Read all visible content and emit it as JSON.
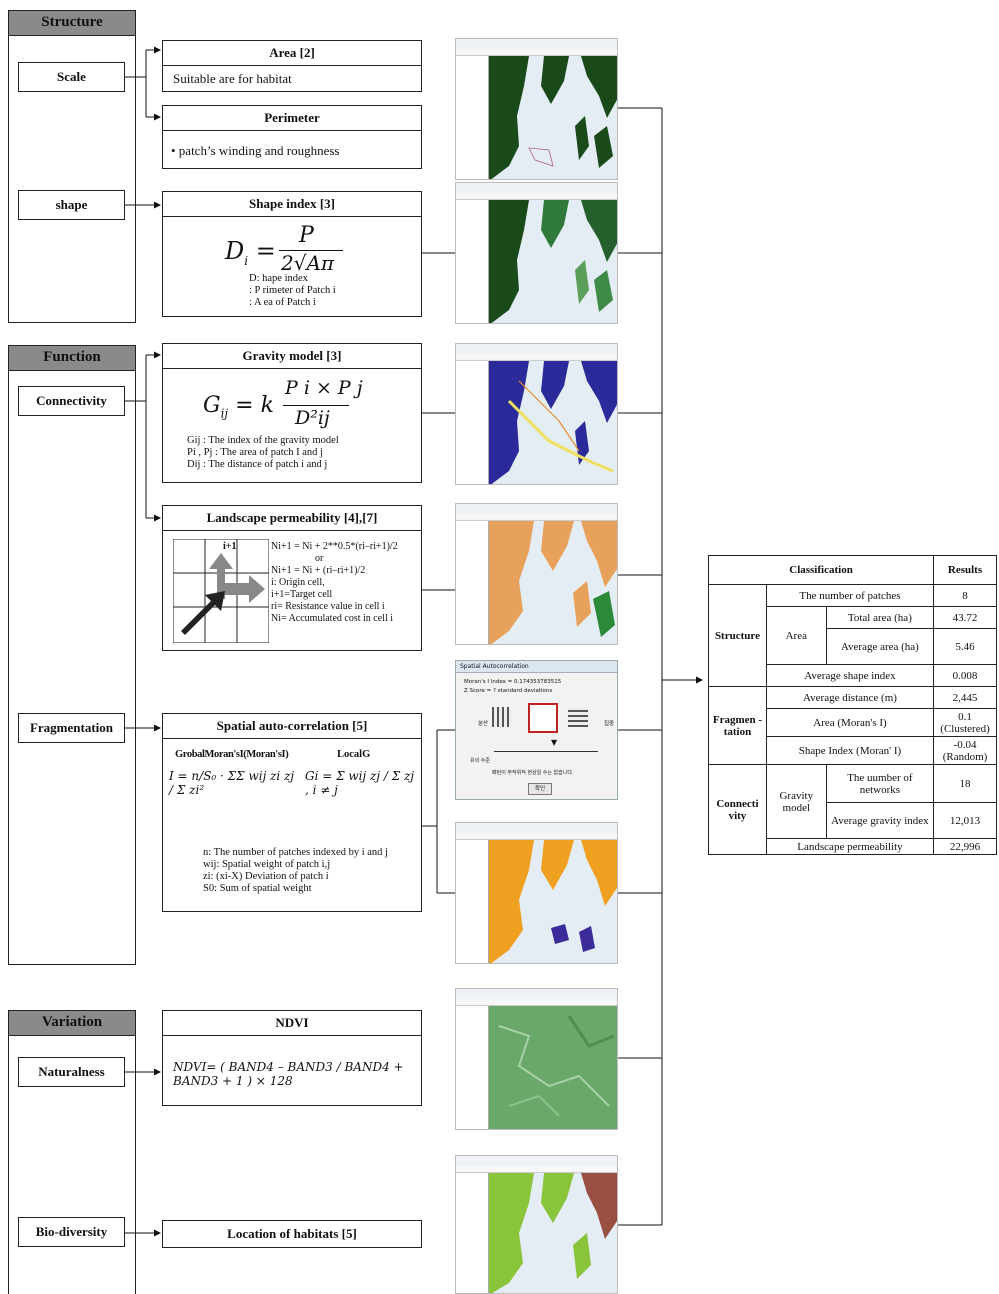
{
  "sections": {
    "structure": "Structure",
    "function": "Function",
    "variation": "Variation"
  },
  "categories": {
    "scale": "Scale",
    "shape": "shape",
    "connectivity": "Connectivity",
    "fragmentation": "Fragmentation",
    "naturalness": "Naturalness",
    "biodiversity": "Bio-diversity"
  },
  "boxes": {
    "area": {
      "title": "Area [2]",
      "desc": "Suitable are for habitat"
    },
    "perimeter": {
      "title": "Perimeter",
      "desc": "• patch’s winding and roughness"
    },
    "shape_index": {
      "title": "Shape index [3]",
      "formula_lhs": "D",
      "formula_sub": "i",
      "formula_num": "P",
      "formula_den": "2√Aπ",
      "defs": [
        "D: hape index",
        ": P rimeter of Patch i",
        ": A ea of Patch i"
      ]
    },
    "gravity": {
      "title": "Gravity model [3]",
      "formula": "G",
      "formula_sub": "ij",
      "formula_eq": "= k",
      "formula_num": "P i × P j",
      "formula_den": "D²ij",
      "defs": [
        "Gij : The index of the gravity model",
        "Pi , Pj : The area of patch I and j",
        "Dij : The distance of patch i and j"
      ]
    },
    "permeability": {
      "title": "Landscape permeability [4],[7]",
      "grid_label": "i+1",
      "defs": [
        "Ni+1 = Ni + 2**0.5*(ri–ri+1)/2",
        "or",
        "Ni+1 = Ni + (ri–ri+1)/2",
        "i: Origin cell,",
        "i+1=Target cell",
        "ri= Resistance value in cell i",
        "Ni= Accumulated cost in cell i"
      ]
    },
    "autocorr": {
      "title": "Spatial auto-correlation [5]",
      "label_global": "GrobalMoran'sI(Moran'sI)",
      "label_local": "LocalG",
      "formula_I": "I = n/S₀ · ΣΣ wij zi zj / Σ zi²",
      "formula_G": "Gi = Σ wij zj / Σ zj , i ≠ j",
      "defs": [
        "n: The number of patches indexed by i and j",
        "wij: Spatial weight of patch i,j",
        "zi: (xi-X) Deviation of patch i",
        "S0: Sum of spatial weight"
      ]
    },
    "ndvi": {
      "title": "NDVI",
      "formula": "NDVI= ( BAND4 – BAND3 / BAND4 + BAND3 + 1 ) × 128"
    },
    "habitats": {
      "title": "Location of habitats [5]"
    }
  },
  "dialog": {
    "title": "Spatial Autocorrelation",
    "line1": "Moran's I Index =  0.174353783515",
    "line2": "Z Score =  ? standard deviations",
    "left_label": "분산",
    "right_label": "집중",
    "scale_label": "유의 수준",
    "note": "패턴이 무작위적 현상일 수는 없습니다.",
    "ok": "확인"
  },
  "results_table": {
    "header": [
      "Classification",
      "Results"
    ],
    "rows": [
      {
        "group": "Structure",
        "sub": "",
        "item": "The number of patches",
        "value": "8"
      },
      {
        "group": "Structure",
        "sub": "Area",
        "item": "Total area (ha)",
        "value": "43.72"
      },
      {
        "group": "Structure",
        "sub": "Area",
        "item": "Average area (ha)",
        "value": "5.46"
      },
      {
        "group": "Structure",
        "sub": "",
        "item": "Average shape index",
        "value": "0.008"
      },
      {
        "group": "Fragmen -tation",
        "sub": "",
        "item": "Average distance (m)",
        "value": "2,445"
      },
      {
        "group": "Fragmen -tation",
        "sub": "",
        "item": "Area (Moran's I)",
        "value": "0.1 (Clustered)"
      },
      {
        "group": "Fragmen -tation",
        "sub": "",
        "item": "Shape Index (Moran' I)",
        "value": "-0.04 (Random)"
      },
      {
        "group": "Connecti vity",
        "sub": "Gravity model",
        "item": "The uumber of networks",
        "value": "18"
      },
      {
        "group": "Connecti vity",
        "sub": "Gravity model",
        "item": "Average gravity index",
        "value": "12,013"
      },
      {
        "group": "Connecti vity",
        "sub": "",
        "item": "Landscape permeability",
        "value": "22,996"
      }
    ]
  },
  "map_colors": {
    "dark_green": "#1a4a1a",
    "navy": "#2a2a9a",
    "orange": "#e8a15a",
    "bright_orange": "#f0a020",
    "ndvi_green": "#6aa86a",
    "lime": "#8ac43a",
    "brown": "#9a5040",
    "water": "#dfe8f2"
  }
}
